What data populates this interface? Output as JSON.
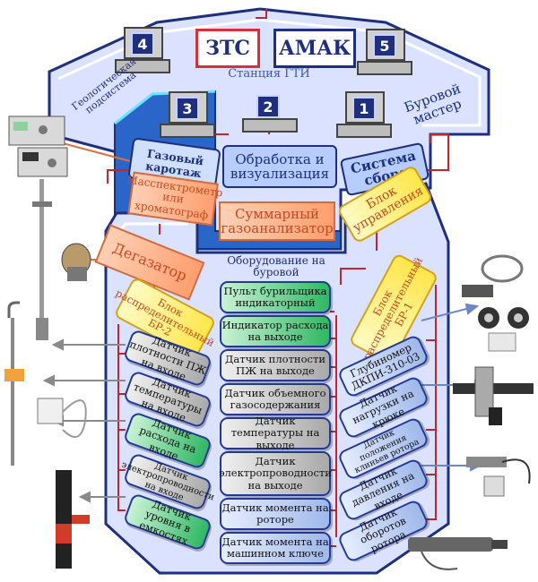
{
  "header": {
    "tag_left": "ЗТС",
    "tag_right": "АМАК",
    "station_label": "Станция ГТИ",
    "equipment_label": "Оборудование на буровой"
  },
  "computers": [
    {
      "num": "4",
      "label": "Геологическая подсистема"
    },
    {
      "num": "5",
      "label": "Буровой мастер"
    },
    {
      "num": "3",
      "label": "Газовый каротаж"
    },
    {
      "num": "2",
      "label": "Обработка и визуализация"
    },
    {
      "num": "1",
      "label": "Система сбора"
    }
  ],
  "gas": {
    "mass_spec": "Масспектрометр или хроматограф",
    "summary": "Суммарный газоанализатор",
    "degasser": "Дегазатор"
  },
  "control_block": "Блок управления",
  "left_column": {
    "block": "Блок распределительный БР-2",
    "items": [
      "Датчик плотности ПЖ на входе",
      "Датчик температуры на входе",
      "Датчик расхода на входе",
      "Датчик электропроводности на входе",
      "Датчик уровня в емкостях"
    ]
  },
  "center_column": {
    "items": [
      "Пульт бурильщика индикаторный",
      "Индикатор расхода на выходе",
      "Датчик плотности ПЖ на выходе",
      "Датчик объемного газосодержания",
      "Датчик температуры на выходе",
      "Датчик электропроводности на выходе",
      "Датчик момента на роторе",
      "Датчик момента на машинном ключе"
    ]
  },
  "right_column": {
    "block": "Блок распределительный БР-1",
    "items": [
      "Глубиномер ДКПИ-310-03",
      "Датчик нагрузки на крюке",
      "Датчик положения клиньев ротора",
      "Датчик давления на входе",
      "Датчик оборотов ротора"
    ]
  },
  "colors": {
    "navy": "#1d2f7d",
    "bg_blue": "#d3dcff",
    "gas_fill": "#2a66c9",
    "orange": "#ff9e6e",
    "yellow": "#fff48a",
    "green": "#3fbf6f",
    "gray": "#c8c8c8",
    "light_blue": "#b8cdf2",
    "red_line": "#c0272d"
  }
}
